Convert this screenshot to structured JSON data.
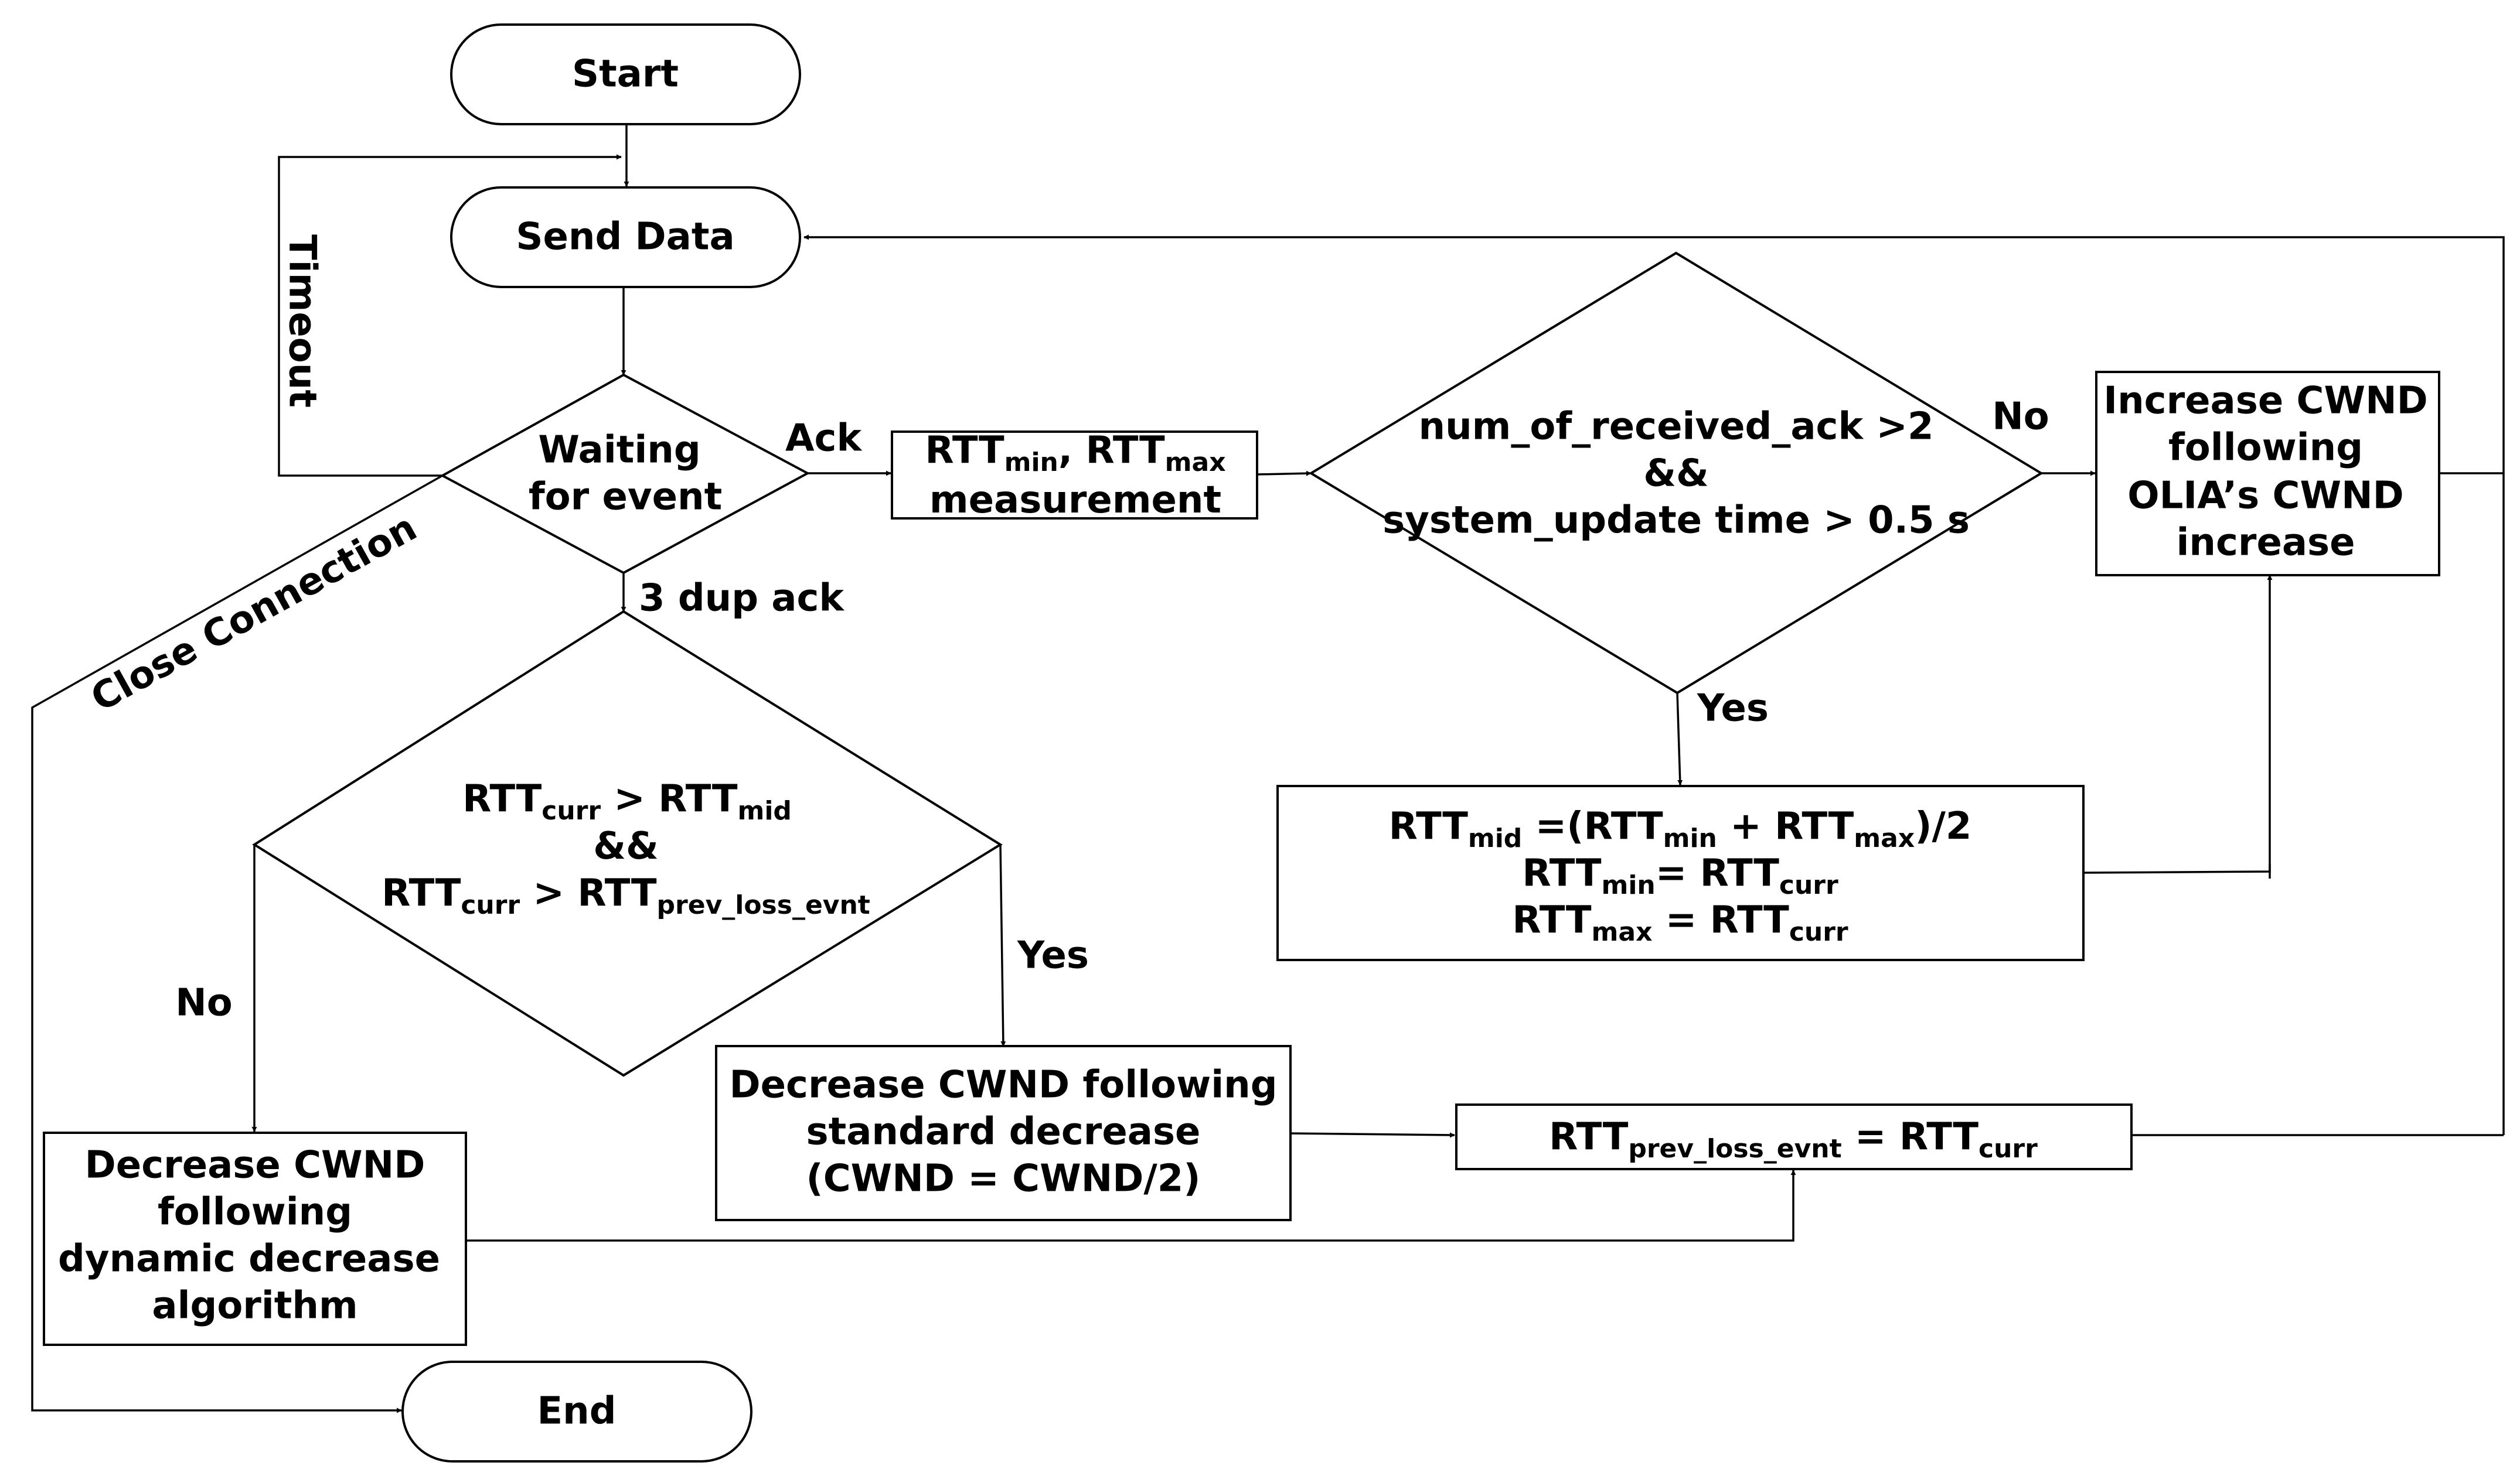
{
  "nodes": {
    "start": "Start",
    "send_data": "Send Data",
    "waiting": [
      "Waiting",
      "for event"
    ],
    "measure": {
      "rtt": "RTT",
      "min": "min",
      "comma": ", ",
      "max": "max",
      "line2": "measurement"
    },
    "condition_ack": [
      "num_of_received_ack >2",
      "&&",
      "system_update time > 0.5 s"
    ],
    "increase": [
      "Increase CWND",
      "following",
      "OLIA’s CWND",
      "increase"
    ],
    "update_mid": {
      "rtt": "RTT",
      "mid": "mid",
      "min": "min",
      "max": "max",
      "curr": "curr",
      "eq_open": " =(",
      "plus": " + ",
      "close_half": ")/2",
      "eq": "= ",
      "eq_spaced": " = "
    },
    "condition_dup": {
      "rtt": "RTT",
      "curr": "curr",
      "gt": " > ",
      "mid": "mid",
      "and": "&&",
      "prev": "prev_loss_evnt"
    },
    "std_decrease": [
      "Decrease CWND following",
      "standard decrease",
      "(CWND = CWND/2)"
    ],
    "dyn_decrease": [
      "Decrease CWND",
      "following",
      "dynamic decrease",
      "algorithm"
    ],
    "prev_update": {
      "rtt": "RTT",
      "prev": "prev_loss_evnt",
      "eq": " = ",
      "curr": "curr"
    },
    "end": "End"
  },
  "edge_labels": {
    "timeout": "Timeout",
    "ack": "Ack",
    "dup_ack": "3 dup ack",
    "close_connection": "Close Connection",
    "no_ack": "No",
    "yes_ack": "Yes",
    "no_dup": "No",
    "yes_dup": "Yes"
  }
}
